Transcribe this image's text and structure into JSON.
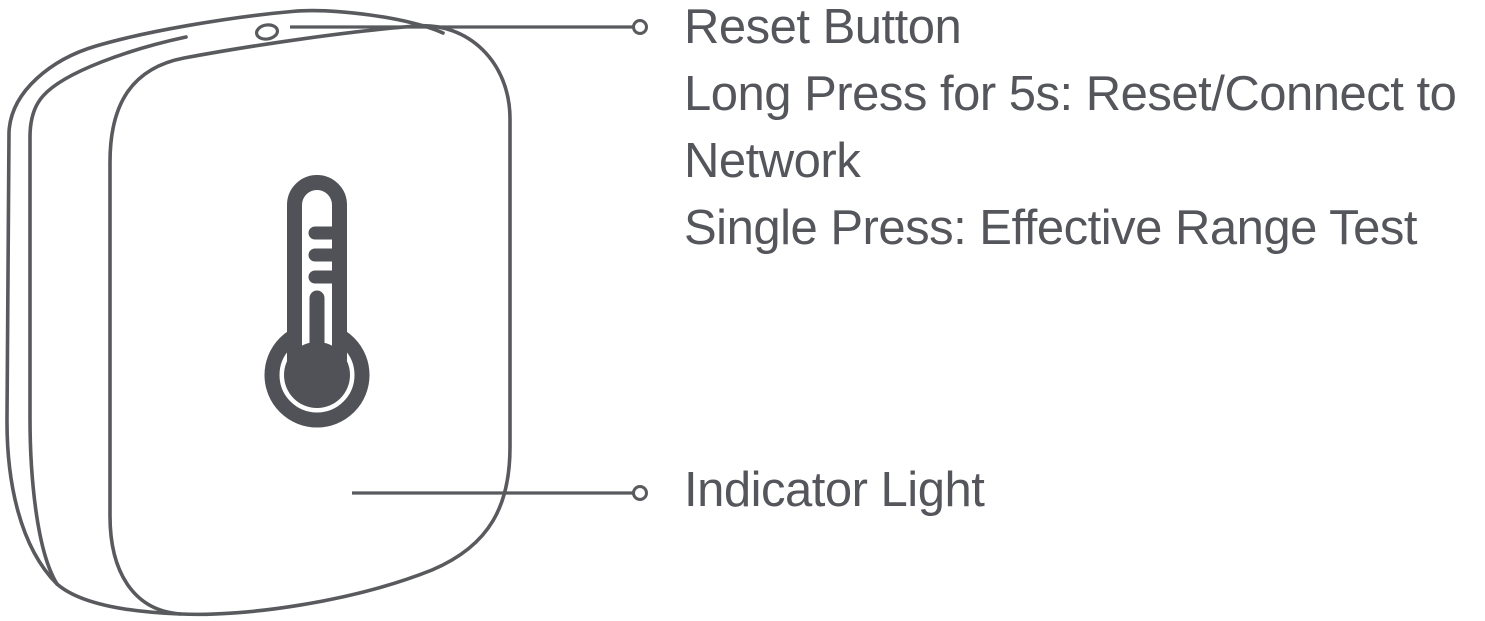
{
  "diagram_title": "temperature-humidity-sensor-callout-diagram",
  "colors": {
    "outline": "#595a5e",
    "icon": "#515257",
    "text": "#54565c",
    "background": "#ffffff"
  },
  "icons": {
    "front_face_glyph": "thermometer-icon",
    "top_hole": "reset-button-hole-icon",
    "callout_endpoint": "open-circle-endpoint-icon"
  },
  "annotations": {
    "reset_button": {
      "lines": [
        "Reset Button",
        "Long Press for 5s: Reset/Connect to",
        "Network",
        "Single Press: Effective Range Test"
      ]
    },
    "indicator_light": {
      "label": "Indicator Light"
    }
  }
}
